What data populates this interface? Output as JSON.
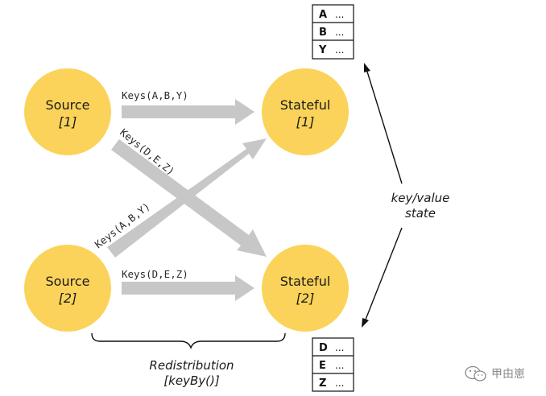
{
  "colors": {
    "node_fill": "#fbd35a",
    "arrow_fill": "#c7c7c7",
    "line": "#111111",
    "watermark": "#8a8a8a"
  },
  "nodes": {
    "source_1": {
      "title": "Source",
      "index": "[1]"
    },
    "source_2": {
      "title": "Source",
      "index": "[2]"
    },
    "stateful_1": {
      "title": "Stateful",
      "index": "[1]"
    },
    "stateful_2": {
      "title": "Stateful",
      "index": "[2]"
    }
  },
  "edges": {
    "s1_to_st1": "Keys(A,B,Y)",
    "s1_to_st2": "Keys(D,E,Z)",
    "s2_to_st1": "Keys(A,B,Y)",
    "s2_to_st2": "Keys(D,E,Z)"
  },
  "state_label": {
    "line1": "key/value",
    "line2": "state"
  },
  "redistribution_label": {
    "line1": "Redistribution",
    "line2": "[keyBy()]"
  },
  "state_tables": {
    "top": [
      {
        "key": "A",
        "value": "..."
      },
      {
        "key": "B",
        "value": "..."
      },
      {
        "key": "Y",
        "value": "..."
      }
    ],
    "bottom": [
      {
        "key": "D",
        "value": "..."
      },
      {
        "key": "E",
        "value": "..."
      },
      {
        "key": "Z",
        "value": "..."
      }
    ]
  },
  "watermark": {
    "icon": "wechat-icon",
    "text": "甲由崽"
  }
}
